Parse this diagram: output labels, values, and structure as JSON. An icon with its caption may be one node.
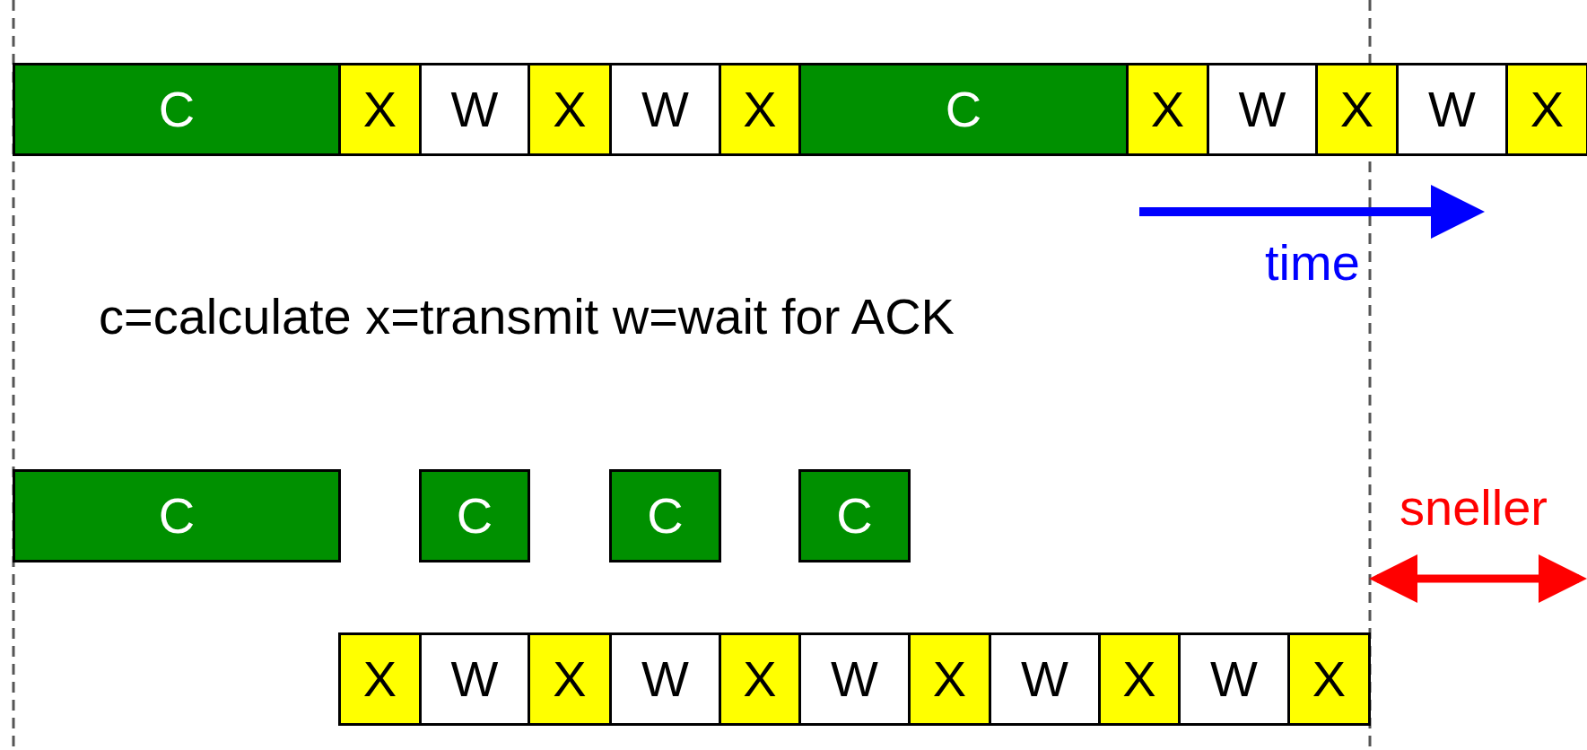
{
  "diagram": {
    "nodes": [
      {
        "text": [
          "C"
        ]
      },
      {
        "text": [
          "X"
        ]
      },
      {
        "text": [
          "W"
        ]
      },
      {
        "text": [
          "X"
        ]
      },
      {
        "text": [
          "W"
        ]
      },
      {
        "text": [
          "X"
        ]
      },
      {
        "text": [
          "C"
        ]
      },
      {
        "text": [
          "X"
        ]
      },
      {
        "text": [
          "W"
        ]
      },
      {
        "text": [
          "X"
        ]
      },
      {
        "text": [
          "W"
        ]
      },
      {
        "text": [
          "X"
        ]
      },
      {
        "text": [
          "C"
        ]
      },
      {
        "text": [
          "C"
        ]
      },
      {
        "text": [
          "C"
        ]
      },
      {
        "text": [
          "C"
        ]
      },
      {
        "text": [
          "X"
        ]
      },
      {
        "text": [
          "W"
        ]
      },
      {
        "text": [
          "X"
        ]
      },
      {
        "text": [
          "W"
        ]
      },
      {
        "text": [
          "X"
        ]
      },
      {
        "text": [
          "W"
        ]
      },
      {
        "text": [
          "X"
        ]
      },
      {
        "text": [
          "W"
        ]
      },
      {
        "text": [
          "X"
        ]
      },
      {
        "text": [
          "W"
        ]
      },
      {
        "text": [
          "X"
        ]
      }
    ],
    "edges": [],
    "labels": [
      "time",
      "c=calculate x=transmit w=wait for ACK",
      "sneller"
    ]
  }
}
